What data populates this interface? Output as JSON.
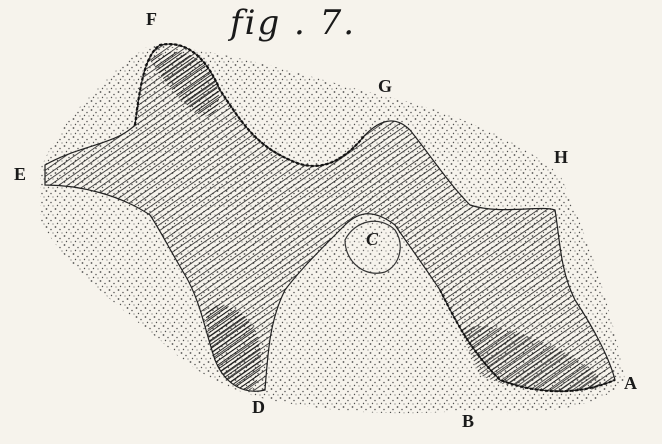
{
  "figure": {
    "title": "fig . 7.",
    "labels": {
      "A": "A",
      "B": "B",
      "C": "C",
      "D": "D",
      "E": "E",
      "F": "F",
      "G": "G",
      "H": "H"
    }
  }
}
